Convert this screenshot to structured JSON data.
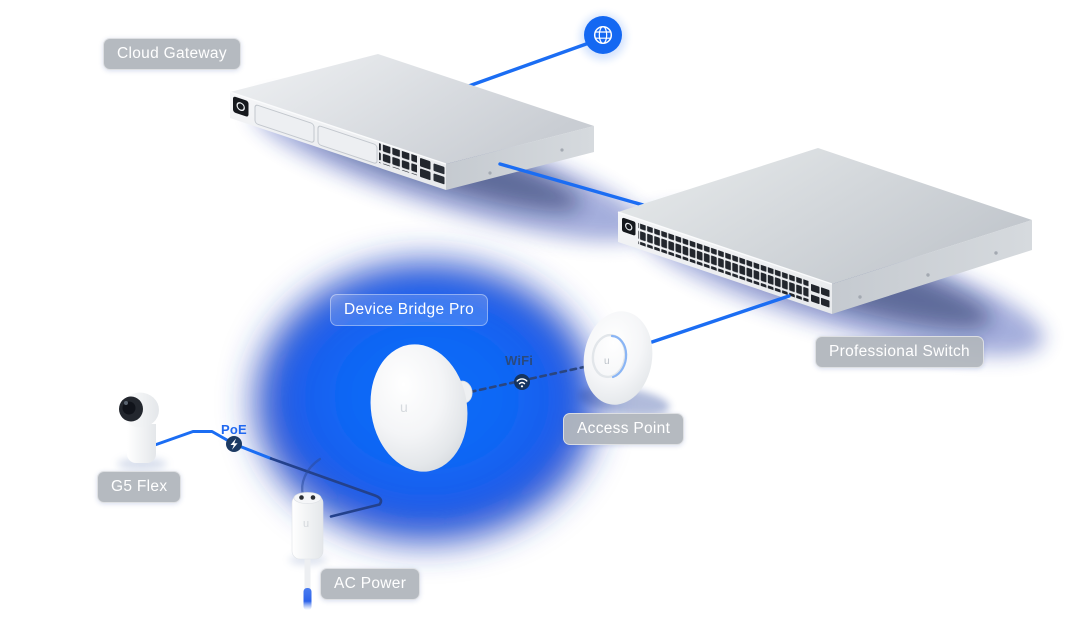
{
  "diagram": {
    "nodes": [
      {
        "id": "internet",
        "label": "",
        "icon": "globe-icon"
      },
      {
        "id": "cloud_gateway",
        "label": "Cloud Gateway",
        "device": "rack gateway"
      },
      {
        "id": "professional_switch",
        "label": "Professional Switch",
        "device": "48-port rack switch"
      },
      {
        "id": "device_bridge_pro",
        "label": "Device Bridge Pro",
        "device": "wireless bridge dish"
      },
      {
        "id": "access_point",
        "label": "Access Point",
        "device": "ceiling access point"
      },
      {
        "id": "g5_flex",
        "label": "G5 Flex",
        "device": "camera"
      },
      {
        "id": "ac_power",
        "label": "AC Power",
        "device": "poe injector"
      }
    ],
    "connections": [
      {
        "from": "internet",
        "to": "cloud_gateway",
        "style": "solid"
      },
      {
        "from": "cloud_gateway",
        "to": "professional_switch",
        "style": "solid"
      },
      {
        "from": "professional_switch",
        "to": "access_point",
        "style": "solid"
      },
      {
        "from": "access_point",
        "to": "device_bridge_pro",
        "style": "dashed-wireless",
        "badge": {
          "label": "WiFi",
          "icon": "wifi-icon"
        }
      },
      {
        "from": "g5_flex",
        "to": "ac_power",
        "style": "solid",
        "badge": {
          "label": "PoE",
          "icon": "lightning-icon"
        }
      },
      {
        "from": "ac_power",
        "to": "device_bridge_pro",
        "style": "solid-faint"
      }
    ],
    "colors": {
      "background": "#ffffff",
      "glow_core_blue": "#0b6cfa",
      "glow_ring_navy": "#2b49bc",
      "line_blue": "#1b6df3",
      "line_navy": "#23418c",
      "badge_navy": "#1c3a63",
      "label_gray": "#b1b6bd",
      "label_text": "#ffffff",
      "poe_text": "#2068f0",
      "wifi_text": "#2a4a7d",
      "device_gray": "#d5d9de"
    }
  }
}
